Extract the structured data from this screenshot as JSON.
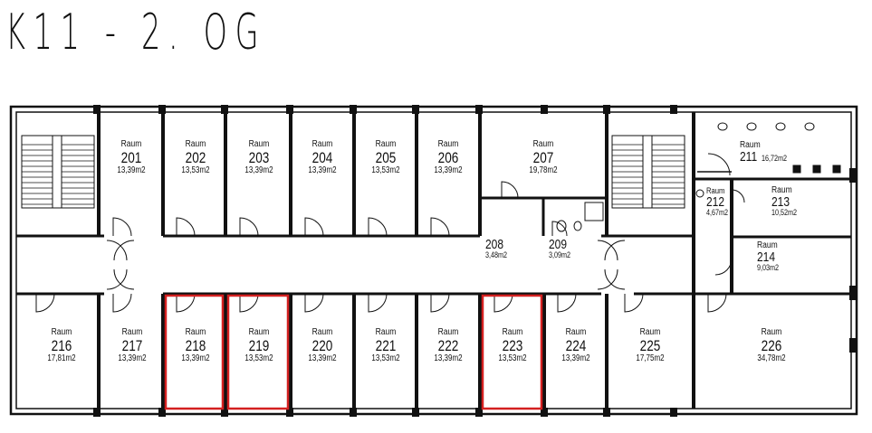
{
  "title": "K11 - 2. OG",
  "room_label": "Raum",
  "rooms_top": [
    {
      "num": "201",
      "area": "13,39m2"
    },
    {
      "num": "202",
      "area": "13,53m2"
    },
    {
      "num": "203",
      "area": "13,39m2"
    },
    {
      "num": "204",
      "area": "13,39m2"
    },
    {
      "num": "205",
      "area": "13,53m2"
    },
    {
      "num": "206",
      "area": "13,39m2"
    },
    {
      "num": "207",
      "area": "19,78m2"
    }
  ],
  "rooms_bottom": [
    {
      "num": "216",
      "area": "17,81m2"
    },
    {
      "num": "217",
      "area": "13,39m2"
    },
    {
      "num": "218",
      "area": "13,39m2",
      "highlighted": true
    },
    {
      "num": "219",
      "area": "13,53m2",
      "highlighted": true
    },
    {
      "num": "220",
      "area": "13,39m2"
    },
    {
      "num": "221",
      "area": "13,53m2"
    },
    {
      "num": "222",
      "area": "13,39m2"
    },
    {
      "num": "223",
      "area": "13,53m2",
      "highlighted": true
    },
    {
      "num": "224",
      "area": "13,39m2"
    },
    {
      "num": "225",
      "area": "17,75m2"
    },
    {
      "num": "226",
      "area": "34,78m2"
    }
  ],
  "rooms_right": [
    {
      "num": "211",
      "area": "16,72m2"
    },
    {
      "num": "212",
      "area": "4,67m2"
    },
    {
      "num": "213",
      "area": "10,52m2"
    },
    {
      "num": "214",
      "area": "9,03m2"
    }
  ],
  "rooms_small": [
    {
      "num": "208",
      "area": "3,48m2"
    },
    {
      "num": "209",
      "area": "3,09m2"
    }
  ],
  "colors": {
    "wall": "#111111",
    "highlight": "#d42020",
    "background": "#ffffff"
  }
}
